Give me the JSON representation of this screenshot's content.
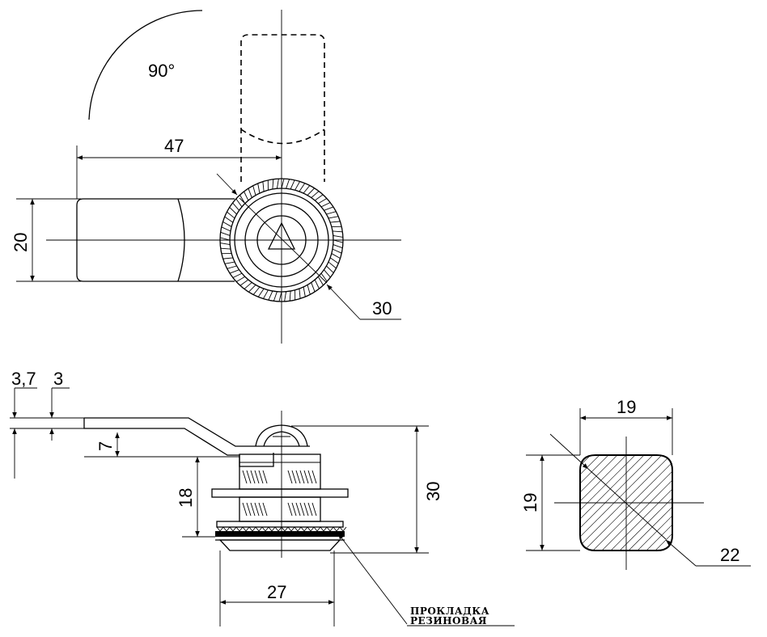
{
  "angle_label": "90°",
  "dimensions": {
    "lever_length": "47",
    "lever_width": "20",
    "head_diameter": "30",
    "plate_thickness": "3,7",
    "lever_thickness": "3",
    "lever_offset": "7",
    "body_length": "18",
    "total_height": "30",
    "flange_diameter": "27",
    "cam_width": "19",
    "cam_height": "19",
    "cam_diagonal": "22"
  },
  "note": {
    "line1": "ПРОКЛАДКА",
    "line2": "РЕЗИНОВАЯ"
  }
}
